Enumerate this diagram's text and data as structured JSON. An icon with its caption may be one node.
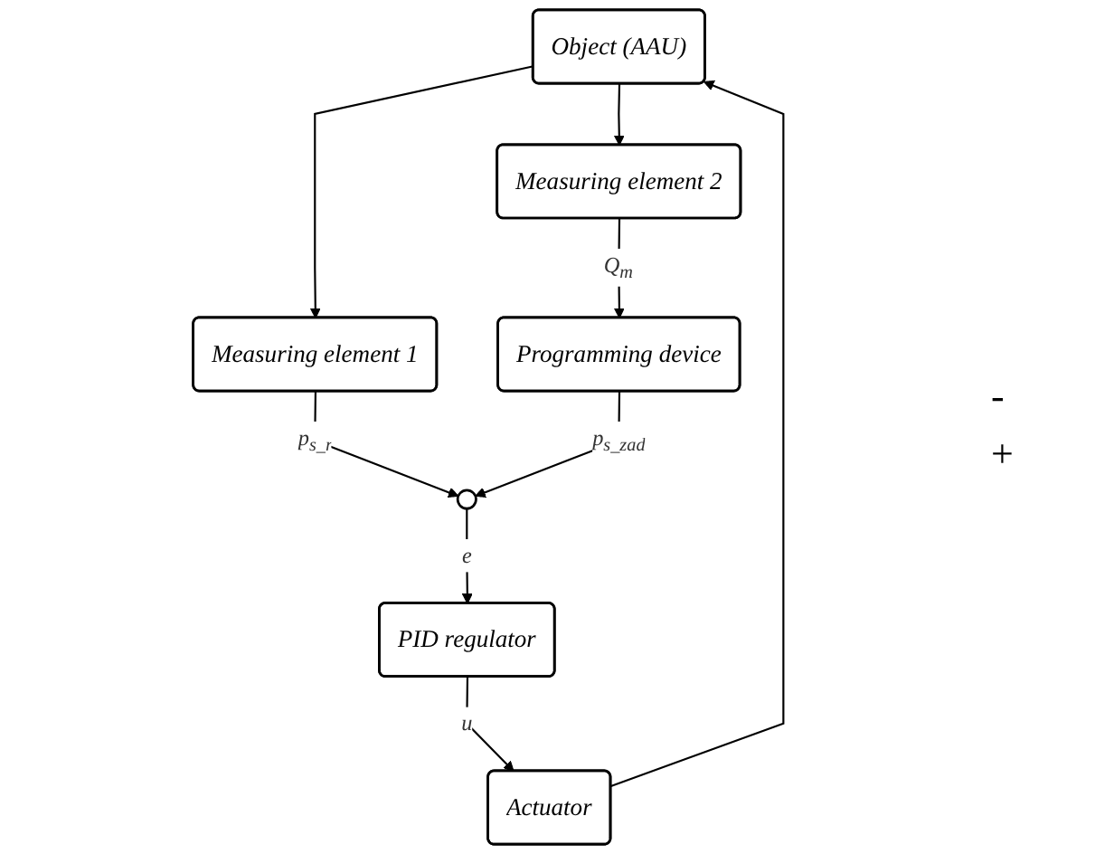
{
  "diagram": {
    "nodes": [
      {
        "text": [
          "Object (AAU)"
        ]
      },
      {
        "text": [
          "Measuring element 2"
        ]
      },
      {
        "text": [
          "Measuring element 1"
        ]
      },
      {
        "text": [
          "Actuator"
        ]
      },
      {
        "text": [
          "Programming device"
        ]
      },
      {
        "text": [],
        "shape": "circle"
      },
      {
        "text": [
          "PID regulator"
        ]
      }
    ],
    "edges": [
      {
        "from": 0,
        "to": 1,
        "arrow": "to"
      },
      {
        "from": 0,
        "to": 2,
        "arrow": "to"
      },
      {
        "from": 1,
        "to": 4,
        "arrow": "to",
        "label": "Q$_{m}$"
      },
      {
        "from": 2,
        "to": 5,
        "arrow": "to",
        "label": "p$_{s_r}$"
      },
      {
        "from": 4,
        "to": 5,
        "arrow": "to",
        "label": "p$_{s_zad}$"
      },
      {
        "from": 5,
        "to": 6,
        "arrow": "to",
        "label": "e"
      },
      {
        "from": 6,
        "to": 3,
        "arrow": "to",
        "label": "u"
      },
      {
        "from": 3,
        "to": 0,
        "arrow": "to"
      }
    ],
    "labels": [
      "-",
      "+"
    ]
  }
}
